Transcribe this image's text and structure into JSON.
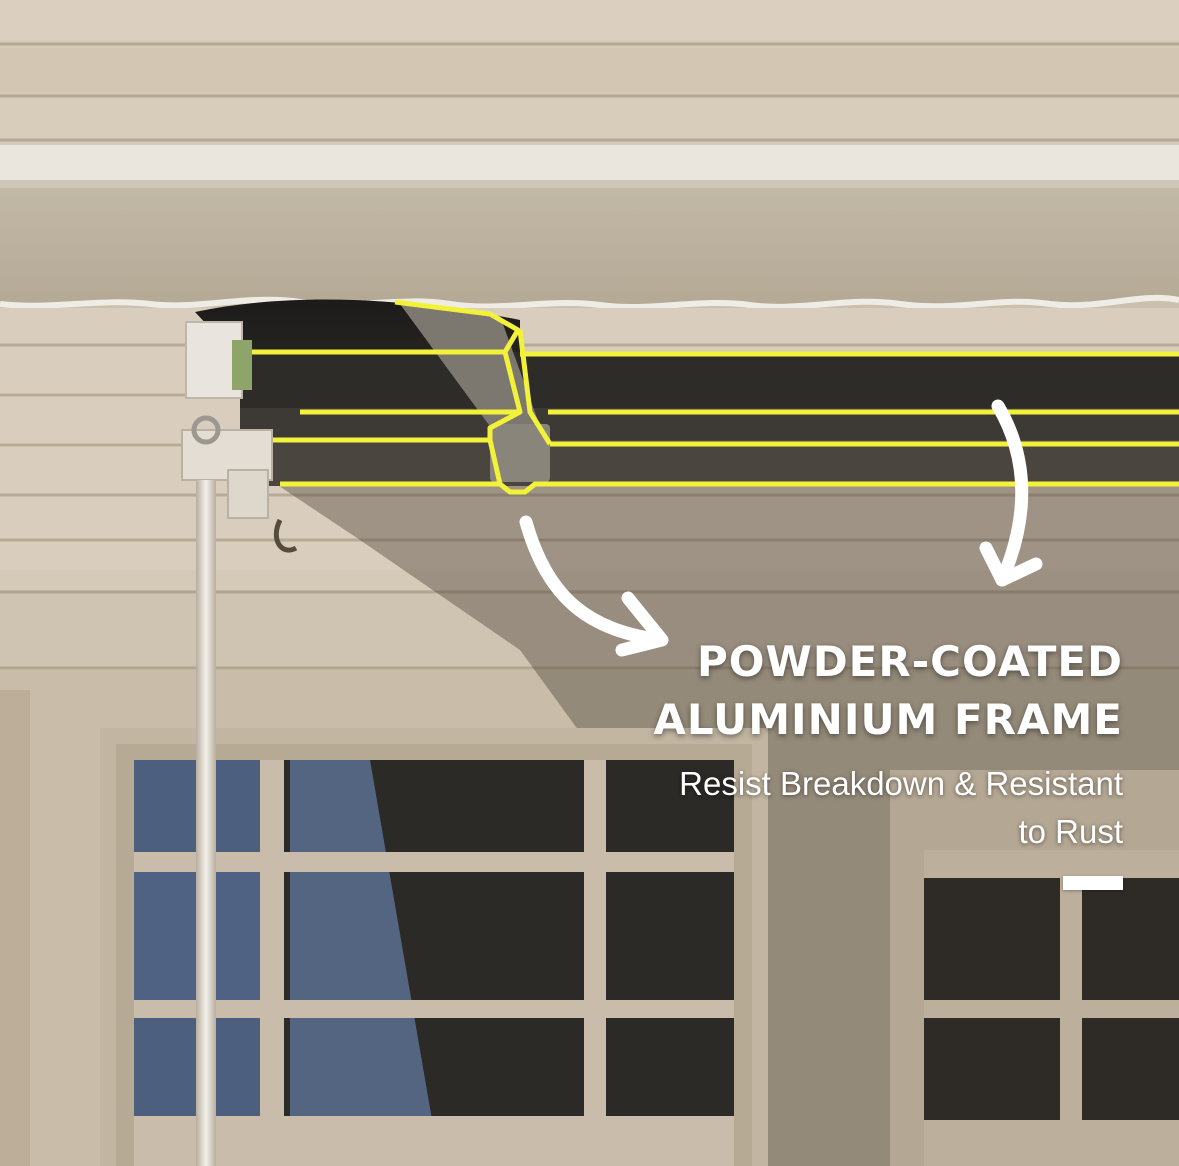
{
  "headline": {
    "line1": "POWDER-COATED",
    "line2": "ALUMINIUM FRAME"
  },
  "subheadline": {
    "line1": "Resist Breakdown & Resistant",
    "line2": "to Rust"
  },
  "colors": {
    "highlight_outline": "#f2f23a",
    "text": "#ffffff",
    "wall_siding": "#d8cdbd",
    "awning_fabric": "#2b2926",
    "window_frame": "#c9bcaa"
  }
}
